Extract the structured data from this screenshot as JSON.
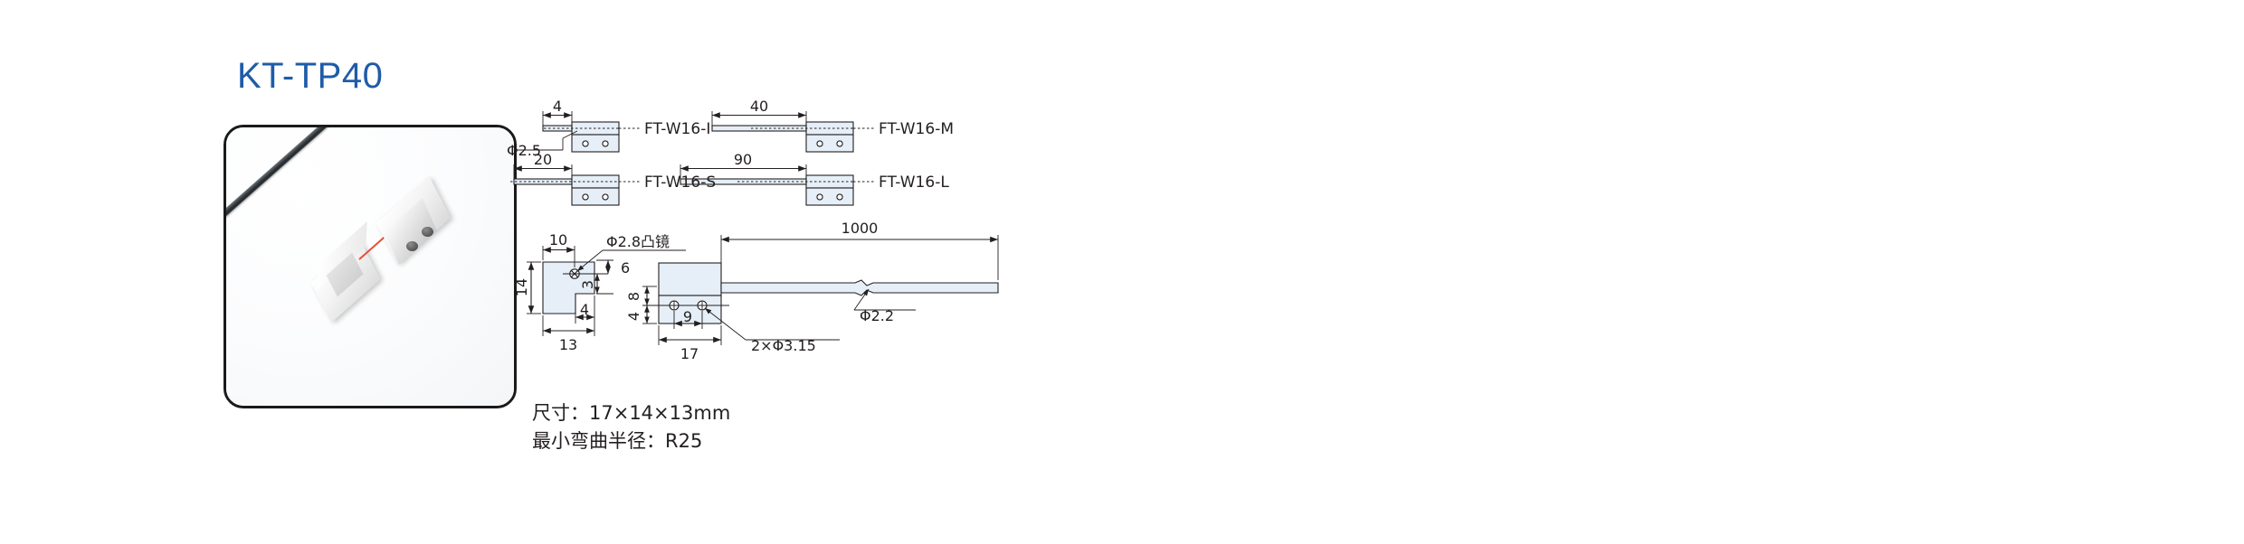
{
  "product": {
    "title": "KT-TP40"
  },
  "photo": {
    "alt_name": "fiber-optic-thru-beam-sensor-pair"
  },
  "variants": [
    {
      "id": "I",
      "label": "FT-W16-I",
      "dimension": "4"
    },
    {
      "id": "M",
      "label": "FT-W16-M",
      "dimension": "40"
    },
    {
      "id": "S",
      "label": "FT-W16-S",
      "dimension": "20"
    },
    {
      "id": "L",
      "label": "FT-W16-L",
      "dimension": "90"
    }
  ],
  "callouts": {
    "phi25": "Φ2.5",
    "phi28_lens": "Φ2.8凸镜",
    "phi22": "Φ2.2",
    "holes": "2×Φ3.15",
    "cable_length": "1000"
  },
  "side_view_dims": {
    "width_top": "10",
    "height": "14",
    "foot": "4",
    "base": "13",
    "lens_from_top": "6",
    "lens_step": "3"
  },
  "front_view_dims": {
    "hole_from_top": "8",
    "hole_from_bottom": "4",
    "hole_pitch": "9",
    "body_width": "17"
  },
  "spec": {
    "size_line": "尺寸：17×14×13mm",
    "bend_line": "最小弯曲半径：R25"
  },
  "colors": {
    "title": "#1F5CA8",
    "body_fill": "#E6EFF7",
    "line": "#231F20",
    "beam": "#E8472A"
  }
}
